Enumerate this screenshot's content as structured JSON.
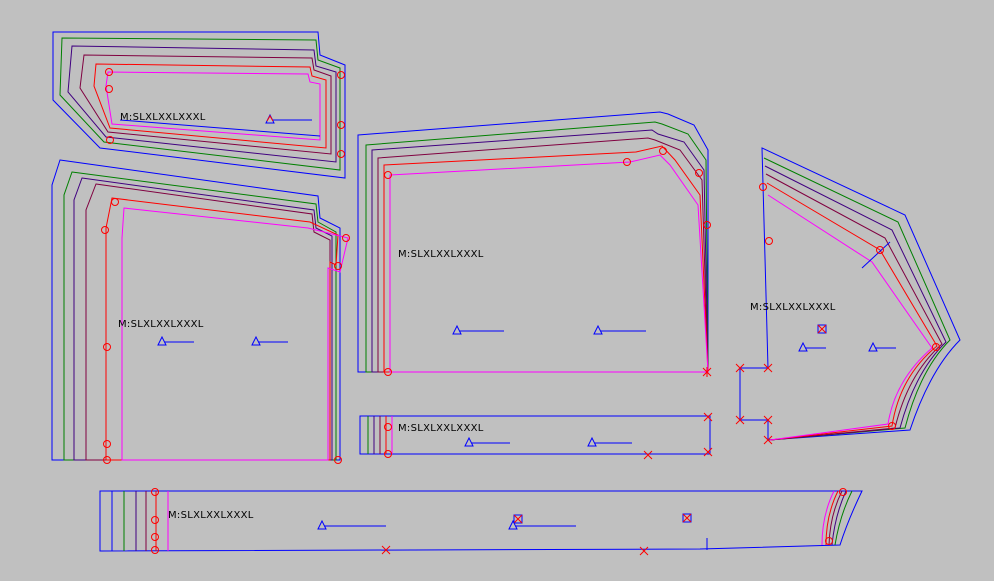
{
  "pattern": {
    "colors": {
      "background": "#c0c0c0",
      "cut_line": "#0000ff",
      "grade_lines": [
        "#008000",
        "#400080",
        "#800040",
        "#e00000",
        "#ff00ff"
      ],
      "grade_point": "#ff0000",
      "marker": "#0000ff"
    },
    "pieces": [
      {
        "id": "collar-piece",
        "size_label": "M:SLXLXXLXXXL"
      },
      {
        "id": "front-panel-piece",
        "size_label": "M:SLXLXXLXXXL"
      },
      {
        "id": "back-panel-piece",
        "size_label": "M:SLXLXXLXXXL"
      },
      {
        "id": "sleeve-piece",
        "size_label": "M:SLXLXXLXXXL"
      },
      {
        "id": "cuff-piece",
        "size_label": "M:SLXLXXLXXXL"
      },
      {
        "id": "waistband-piece",
        "size_label": "M:SLXLXXLXXXL"
      }
    ]
  }
}
